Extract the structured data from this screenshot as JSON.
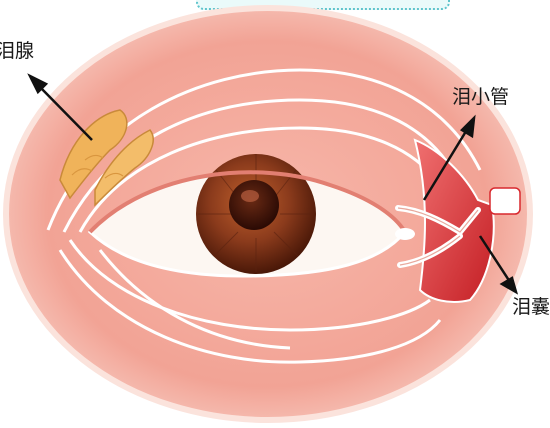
{
  "labels": {
    "lacrimal_gland": "泪腺",
    "lacrimal_canaliculus": "泪小管",
    "lacrimal_sac": "泪囊"
  },
  "colors": {
    "skin": "#f3a89a",
    "skin_dark": "#e27f72",
    "skin_light": "#f9cfc4",
    "white_line": "#ffffff",
    "gland": "#f0b35a",
    "sac": "#d8282e",
    "iris": "#8b3b1c",
    "pupil": "#3a1008",
    "sclera": "#fdf7f2",
    "arrow": "#111111",
    "frame": "#5fc4cc"
  }
}
